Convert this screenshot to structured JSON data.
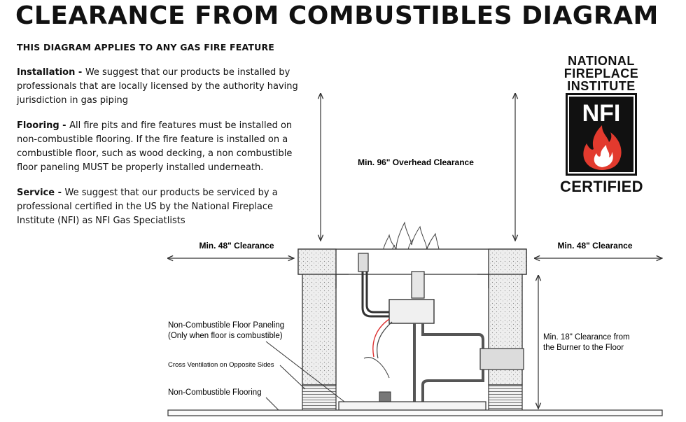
{
  "header": {
    "title": "CLEARANCE FROM COMBUSTIBLES DIAGRAM",
    "applies": "THIS DIAGRAM APPLIES TO ANY GAS FIRE FEATURE"
  },
  "sections": [
    {
      "heading": "Installation - ",
      "text": "We suggest that our products be installed by professionals that are locally licensed by the authority having jurisdiction in gas piping"
    },
    {
      "heading": "Flooring - ",
      "text": "All fire pits and fire features must be installed on non-combustible flooring. If the fire feature is installed on a combustible floor, such as wood decking, a non combustible floor paneling MUST be properly installed underneath."
    },
    {
      "heading": "Service - ",
      "text": "We suggest that our products be serviced by a professional certified in the US by the National Fireplace Institute (NFI) as NFI Gas Speciatlists"
    }
  ],
  "nfi_badge": {
    "line1": "NATIONAL",
    "line2": "FIREPLACE",
    "line3": "INSTITUTE",
    "logo_text": "NFI",
    "certified": "CERTIFIED",
    "colors": {
      "box": "#111111",
      "flame": "#e23a2e"
    }
  },
  "diagram": {
    "overhead_label": "Min. 96\" Overhead Clearance",
    "left_clearance_label": "Min. 48\" Clearance",
    "right_clearance_label": "Min. 48\" Clearance",
    "burner_floor_label_line1": "Min. 18\" Clearance from",
    "burner_floor_label_line2": "the Burner to the Floor",
    "paneling_label_line1": "Non-Combustible Floor Paneling",
    "paneling_label_line2": "(Only when floor is combustible)",
    "ventilation_label": "Cross Ventilation on Opposite Sides",
    "flooring_label": "Non-Combustible Flooring"
  }
}
